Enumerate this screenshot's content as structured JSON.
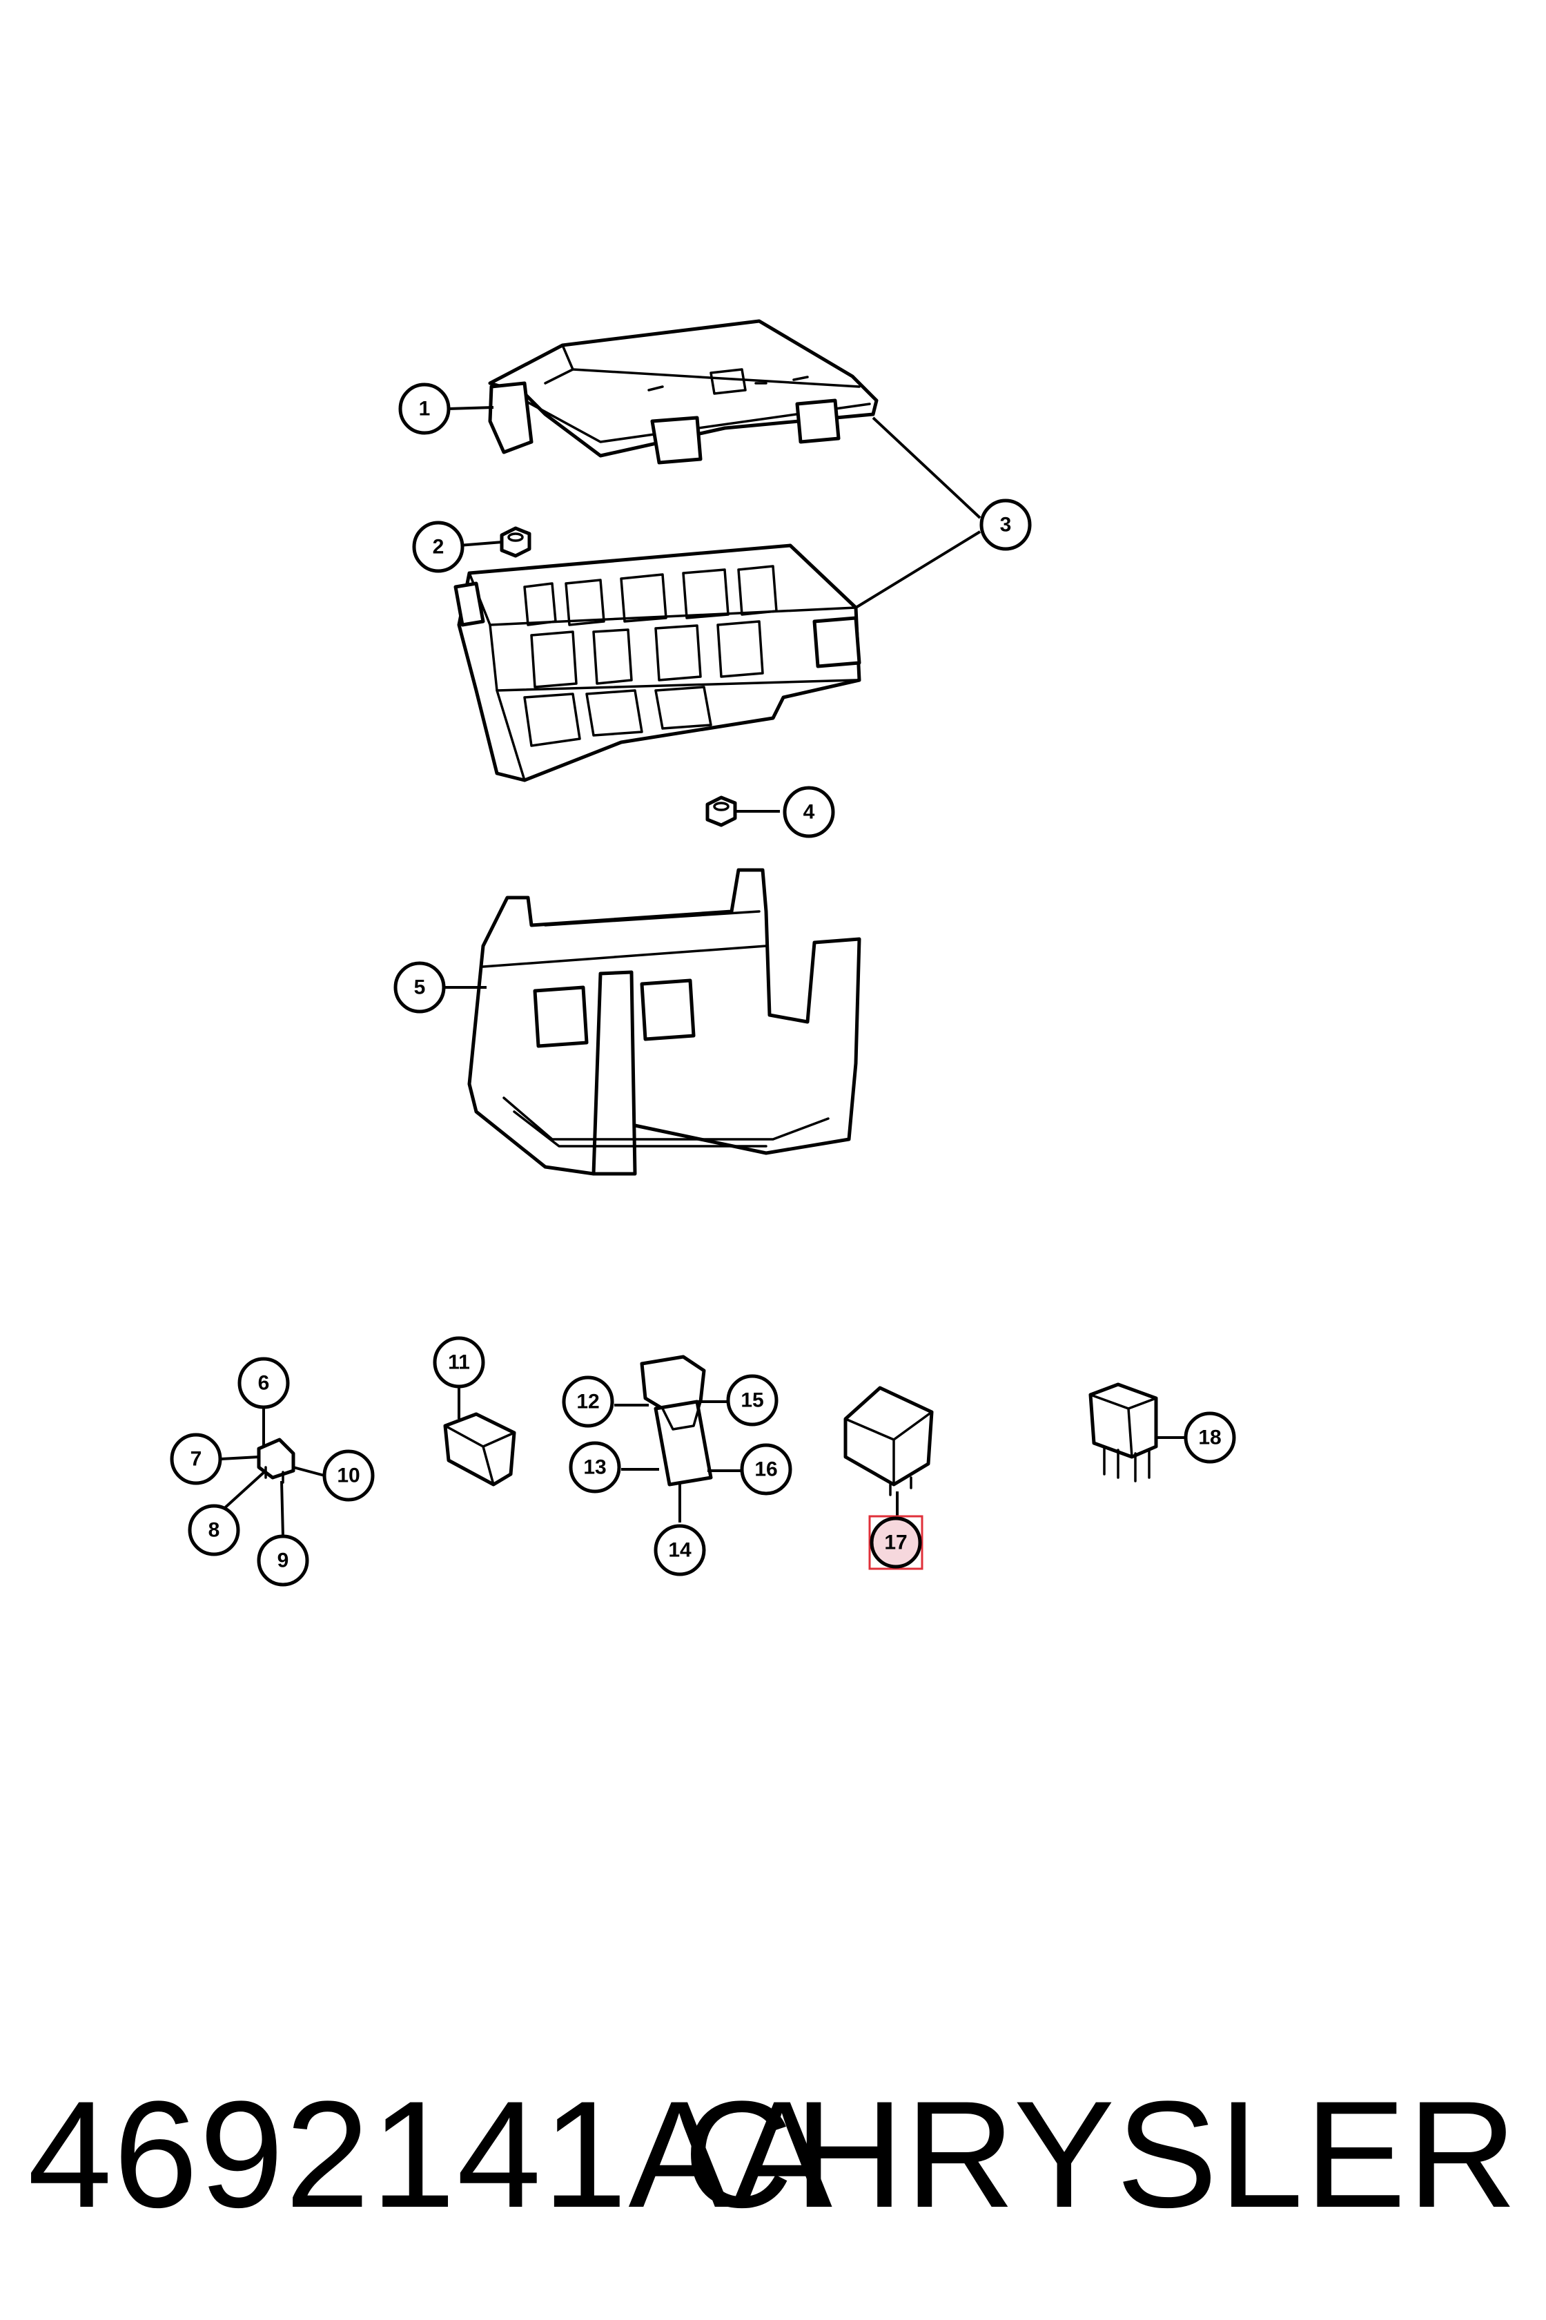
{
  "callouts": {
    "c1": "1",
    "c2": "2",
    "c3": "3",
    "c4": "4",
    "c5": "5",
    "c6": "6",
    "c7": "7",
    "c8": "8",
    "c9": "9",
    "c10": "10",
    "c11": "11",
    "c12": "12",
    "c13": "13",
    "c14": "14",
    "c15": "15",
    "c16": "16",
    "c17": "17",
    "c18": "18"
  },
  "highlighted_callout": "17",
  "highlight_color": "#f6d8dd",
  "highlight_border_color": "#e0303a",
  "footer": {
    "part_number": "4692141AA",
    "brand": "CHRYSLER"
  }
}
